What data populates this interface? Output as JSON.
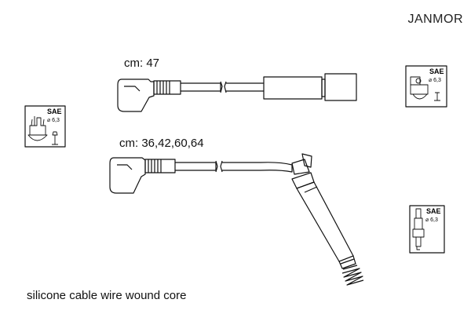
{
  "brand": "JANMOR",
  "cable_top": {
    "length_label": "cm: 47"
  },
  "cable_bottom": {
    "length_label": "cm: 36,42,60,64"
  },
  "footer": "silicone cable wire wound core",
  "badges": [
    {
      "title": "SAE",
      "spec": "⌀ 6,3",
      "icon": "distributor-cap-icon"
    },
    {
      "title": "SAE",
      "spec": "⌀ 6,3",
      "icon": "distributor-cap-icon"
    },
    {
      "title": "SAE",
      "spec": "⌀ 6,3",
      "icon": "spark-plug-icon"
    }
  ]
}
